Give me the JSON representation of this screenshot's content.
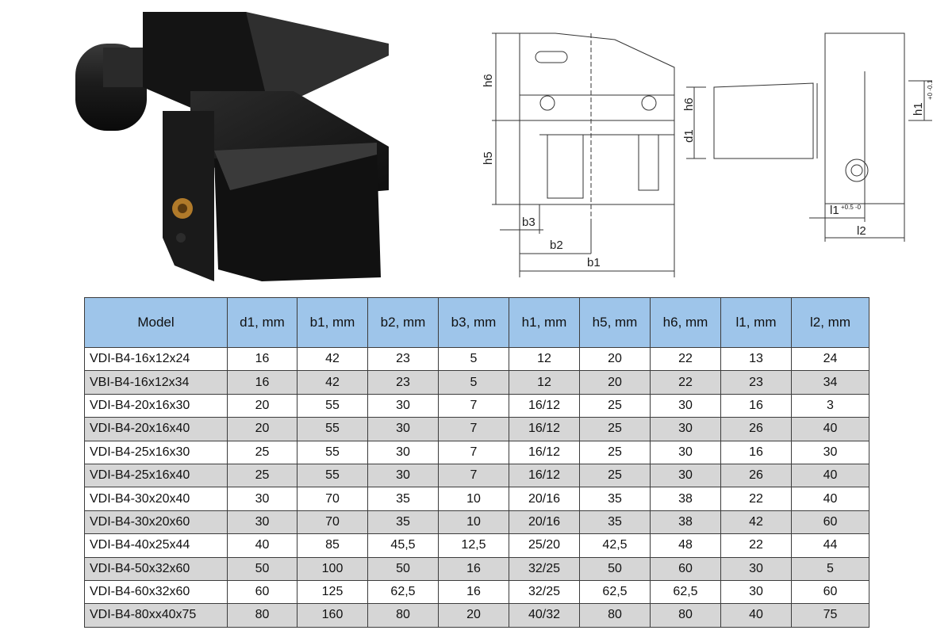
{
  "drawing_labels": {
    "h6": "h6",
    "h5": "h5",
    "b3": "b3",
    "b2": "b2",
    "b1": "b1",
    "h6_side": "h6",
    "d1": "d1",
    "h1": "h1",
    "h1_tol": "+0 -0.1",
    "l1": "l1",
    "l1_tol": "+0.5 -0",
    "l2": "l2"
  },
  "table": {
    "headers": [
      "Model",
      "d1, mm",
      "b1, mm",
      "b2, mm",
      "b3, mm",
      "h1, mm",
      "h5, mm",
      "h6, mm",
      "l1, mm",
      "l2, mm"
    ],
    "rows": [
      [
        "VDI-B4-16x12x24",
        "16",
        "42",
        "23",
        "5",
        "12",
        "20",
        "22",
        "13",
        "24"
      ],
      [
        "VBI-B4-16x12x34",
        "16",
        "42",
        "23",
        "5",
        "12",
        "20",
        "22",
        "23",
        "34"
      ],
      [
        "VDI-B4-20x16x30",
        "20",
        "55",
        "30",
        "7",
        "16/12",
        "25",
        "30",
        "16",
        "3"
      ],
      [
        "VDI-B4-20x16x40",
        "20",
        "55",
        "30",
        "7",
        "16/12",
        "25",
        "30",
        "26",
        "40"
      ],
      [
        "VDI-B4-25x16x30",
        "25",
        "55",
        "30",
        "7",
        "16/12",
        "25",
        "30",
        "16",
        "30"
      ],
      [
        "VDI-B4-25x16x40",
        "25",
        "55",
        "30",
        "7",
        "16/12",
        "25",
        "30",
        "26",
        "40"
      ],
      [
        "VDI-B4-30x20x40",
        "30",
        "70",
        "35",
        "10",
        "20/16",
        "35",
        "38",
        "22",
        "40"
      ],
      [
        "VDI-B4-30x20x60",
        "30",
        "70",
        "35",
        "10",
        "20/16",
        "35",
        "38",
        "42",
        "60"
      ],
      [
        "VDI-B4-40x25x44",
        "40",
        "85",
        "45,5",
        "12,5",
        "25/20",
        "42,5",
        "48",
        "22",
        "44"
      ],
      [
        "VDI-B4-50x32x60",
        "50",
        "100",
        "50",
        "16",
        "32/25",
        "50",
        "60",
        "30",
        "5"
      ],
      [
        "VDI-B4-60x32x60",
        "60",
        "125",
        "62,5",
        "16",
        "32/25",
        "62,5",
        "62,5",
        "30",
        "60"
      ],
      [
        "VDI-B4-80xx40x75",
        "80",
        "160",
        "80",
        "20",
        "40/32",
        "80",
        "80",
        "40",
        "75"
      ]
    ]
  },
  "colors": {
    "header_bg": "#9ec5ea",
    "alt_row_bg": "#d6d6d6",
    "border": "#3c3c3c"
  }
}
